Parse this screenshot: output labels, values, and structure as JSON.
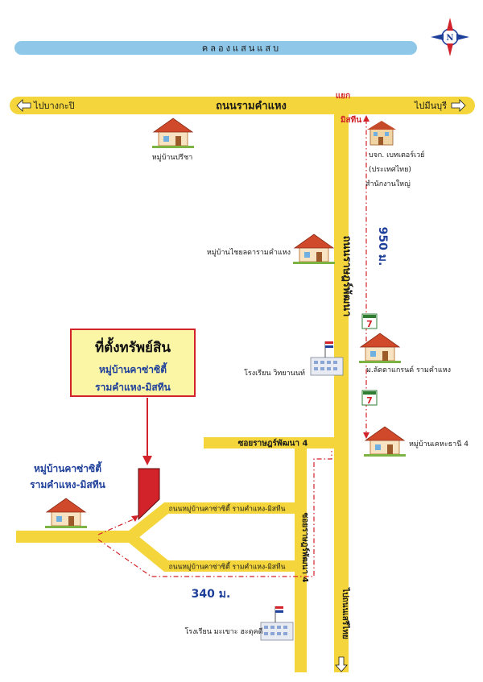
{
  "canal": {
    "label": "คลองแสนแสบ"
  },
  "roads": {
    "main_road": "ถนนรามคำแหง",
    "left_direction": "ไปบางกะปิ",
    "right_direction": "ไปมีนบุรี",
    "vertical_road": "ถนนราษฎร์พัฒนา",
    "soi_horizontal": "ซอยราษฎร์พัฒนา 4",
    "soi_vertical": "ซอยราษฎร์พัฒนา 4",
    "village_road_upper": "ถนนหมู่บ้านคาซ่าซิตี้ รามคำแหง-มิสทีน",
    "village_road_lower": "ถนนหมู่บ้านคาซ่าซิตี้ รามคำแหง-มิสทีน",
    "down_direction": "ไปถนนเสรีไทย"
  },
  "intersection": {
    "line1": "แยก",
    "line2": "มิสทีน"
  },
  "landmarks": {
    "preecha": "หมู่บ้านปรีชา",
    "betagro_1": "บจก. เบทเตอร์เวย์",
    "betagro_2": "(ประเทศไทย)",
    "betagro_3": "สำนักงานใหญ่",
    "chaiyon": "หมู่บ้านไชยลดารามคำแหง",
    "school_1": "โรงเรียน วิทยานนท์",
    "ladda": "ม.ลัดดาแกรนด์ รามคำแหง",
    "kehathani": "หมู่บ้านเคหะธานี 4",
    "school_2": "โรงเรียน มะเขาะ ฮะดุคดี"
  },
  "distances": {
    "vertical": "950 ม.",
    "horizontal": "340 ม."
  },
  "property_callout": {
    "title": "ที่ตั้งทรัพย์สิน",
    "line2": "หมู่บ้านคาซ่าซิตี้",
    "line3": "รามคำแหง-มิสทีน"
  },
  "project_label": {
    "line1": "หมู่บ้านคาซ่าซิตี้",
    "line2": "รามคำแหง-มิสทีน"
  },
  "compass": {
    "letter": "N"
  },
  "store_badge": {
    "text": "7"
  },
  "colors": {
    "road": "#f4d63c",
    "canal": "#8ec7e8",
    "property": "#d2232a",
    "route_line": "#d2232a",
    "label_blue": "#1e3f9a"
  }
}
